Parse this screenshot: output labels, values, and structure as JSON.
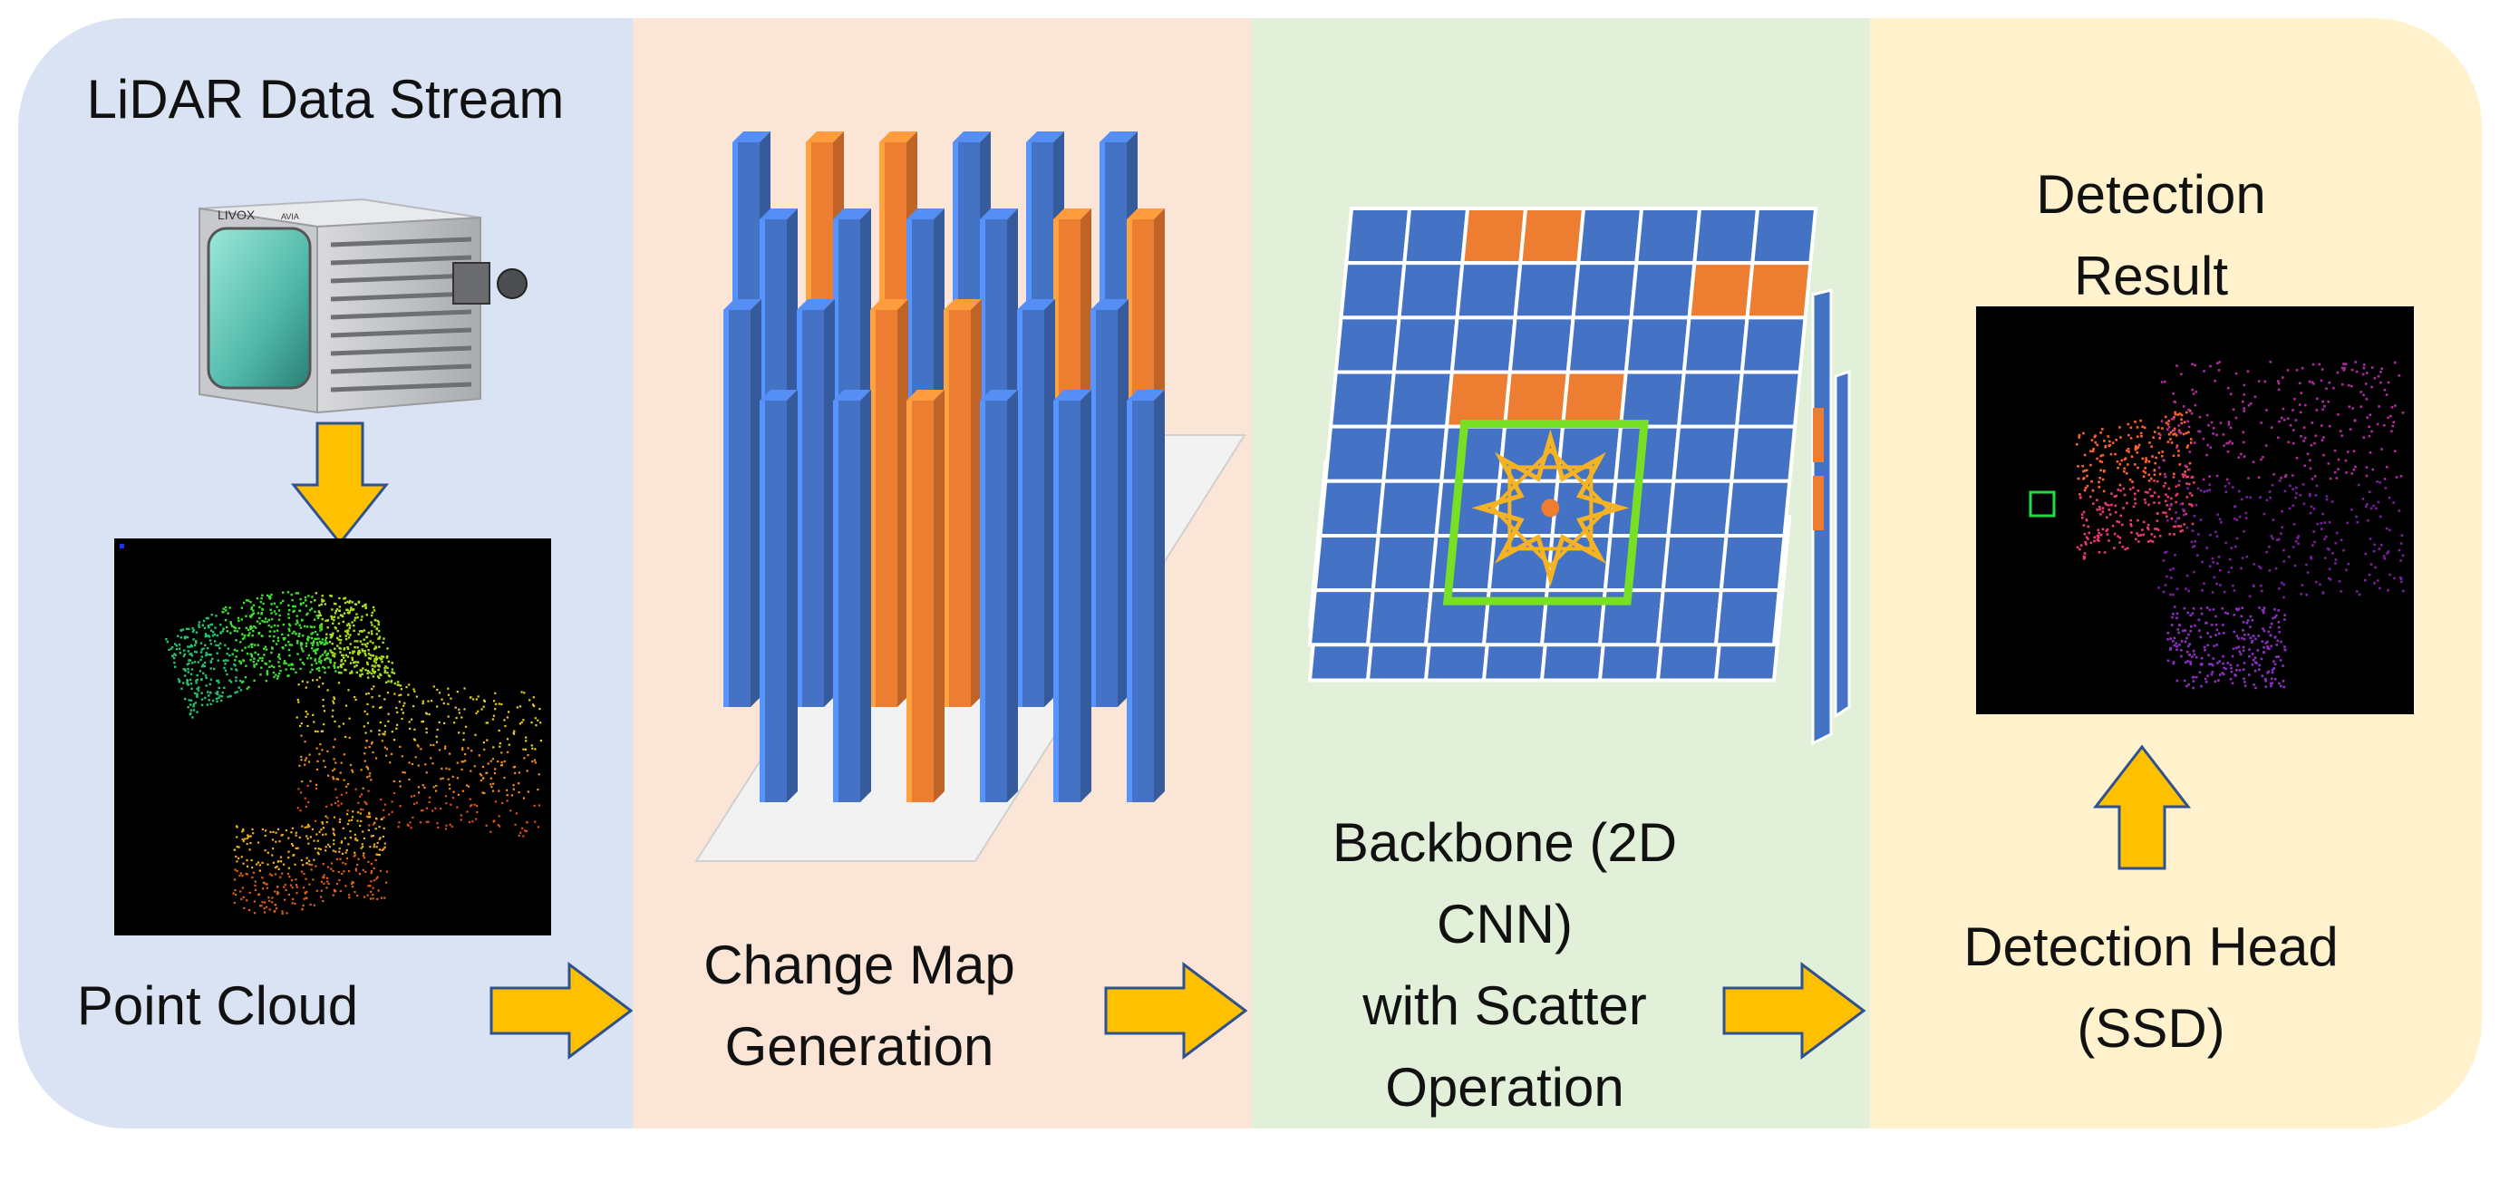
{
  "colors": {
    "panel_1": "#dae3f3",
    "panel_2": "#fbe5d6",
    "panel_3": "#e2f0d9",
    "panel_4": "#fff2cc",
    "pillar_blue": "#4472c4",
    "pillar_orange": "#ed7d31",
    "arrow_fill": "#ffc000",
    "arrow_stroke": "#2f528f",
    "highlight_green": "#77e025",
    "star_gold": "#f5b324"
  },
  "stages": {
    "lidar": {
      "title": "LiDAR Data Stream",
      "device_brand": "LIVOX",
      "device_model": "AVIA",
      "caption": "Point Cloud"
    },
    "change_map": {
      "caption_line1": "Change Map",
      "caption_line2": "Generation"
    },
    "backbone": {
      "caption_line1": "Backbone (2D",
      "caption_line2": "CNN)",
      "caption_line3": "with Scatter",
      "caption_line4": "Operation"
    },
    "detection": {
      "title_line1": "Detection",
      "title_line2": "Result",
      "caption_line1": "Detection Head",
      "caption_line2": "(SSD)"
    }
  }
}
